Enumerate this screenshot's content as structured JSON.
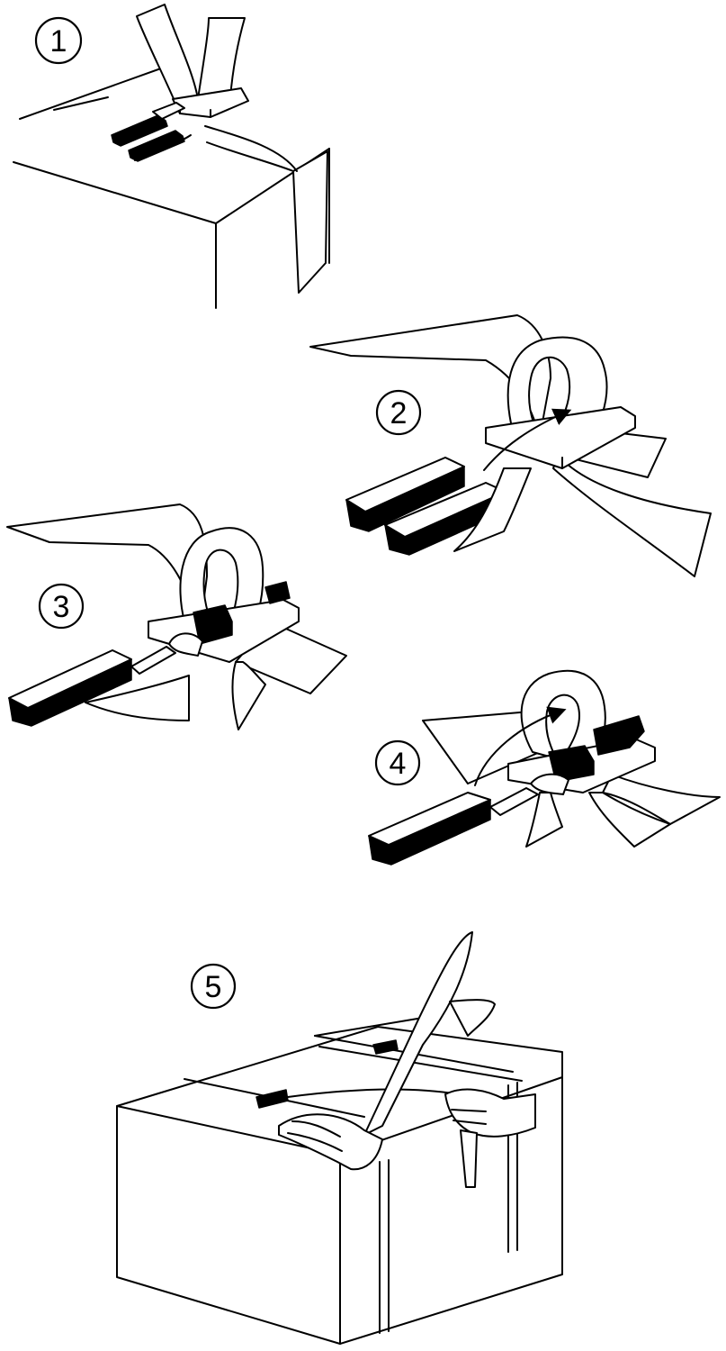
{
  "steps": [
    {
      "number": "1"
    },
    {
      "number": "2"
    },
    {
      "number": "3"
    },
    {
      "number": "4"
    },
    {
      "number": "5"
    }
  ],
  "colors": {
    "line": "#000000",
    "background": "#ffffff",
    "fill": "#ffffff",
    "dark": "#000000"
  }
}
